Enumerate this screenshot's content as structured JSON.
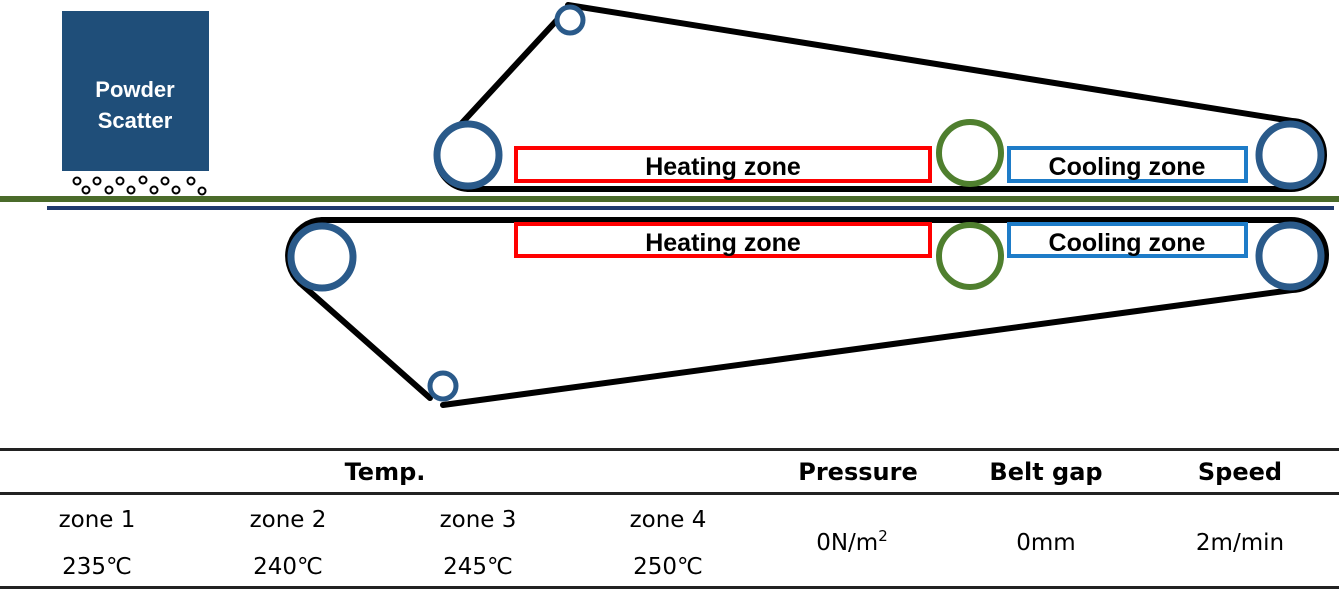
{
  "diagram": {
    "powder_scatter": {
      "line1": "Powder",
      "line2": "Scatter"
    },
    "upper_belt": {
      "heating_label": "Heating zone",
      "cooling_label": "Cooling zone"
    },
    "lower_belt": {
      "heating_label": "Heating zone",
      "cooling_label": "Cooling zone"
    },
    "colors": {
      "scatter_box": "#1f4e79",
      "roller": "#2a5a8a",
      "cooling_roller": "#4f7f2e",
      "heating": "#ff0000",
      "cooling": "#1e7cc8",
      "film": "#4a6b2a",
      "substrate": "#1f3a6e",
      "belt": "#000000"
    }
  },
  "table": {
    "headers": {
      "temp": "Temp.",
      "pressure": "Pressure",
      "belt_gap": "Belt gap",
      "speed": "Speed"
    },
    "zones": [
      {
        "name": "zone 1",
        "temp": "235℃"
      },
      {
        "name": "zone 2",
        "temp": "240℃"
      },
      {
        "name": "zone 3",
        "temp": "245℃"
      },
      {
        "name": "zone 4",
        "temp": "250℃"
      }
    ],
    "pressure": {
      "value": "0N/m",
      "sup": "2"
    },
    "belt_gap": "0mm",
    "speed": "2m/min"
  }
}
